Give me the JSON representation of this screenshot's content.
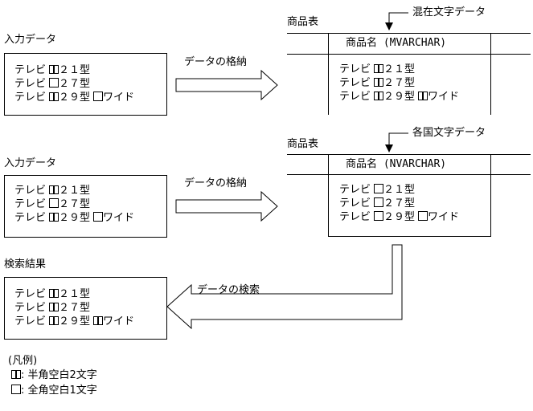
{
  "input1": {
    "label": "入力データ",
    "lines": [
      {
        "prefix": "テレビ",
        "mid": "２１型",
        "suffix": ""
      },
      {
        "prefix": "テレビ",
        "mid": "２７型",
        "suffix": ""
      },
      {
        "prefix": "テレビ",
        "mid": "２９型",
        "suffix": "ワイド"
      }
    ]
  },
  "arrow1": {
    "label": "データの格納"
  },
  "table1": {
    "title": "商品表",
    "column_header": "商品名 (MVARCHAR)",
    "callout": "混在文字データ",
    "rows": [
      {
        "prefix": "テレビ",
        "mid": "２１型",
        "suffix": ""
      },
      {
        "prefix": "テレビ",
        "mid": "２７型",
        "suffix": ""
      },
      {
        "prefix": "テレビ",
        "mid": "２９型",
        "suffix": "ワイド"
      }
    ]
  },
  "input2": {
    "label": "入力データ",
    "lines": [
      {
        "prefix": "テレビ",
        "mid": "２１型",
        "suffix": ""
      },
      {
        "prefix": "テレビ",
        "mid": "２７型",
        "suffix": ""
      },
      {
        "prefix": "テレビ",
        "mid": "２９型",
        "suffix": "ワイド"
      }
    ]
  },
  "arrow2": {
    "label": "データの格納"
  },
  "table2": {
    "title": "商品表",
    "column_header": "商品名 (NVARCHAR)",
    "callout": "各国文字データ",
    "rows": [
      {
        "prefix": "テレビ",
        "mid": "２１型",
        "suffix": ""
      },
      {
        "prefix": "テレビ",
        "mid": "２７型",
        "suffix": ""
      },
      {
        "prefix": "テレビ",
        "mid": "２９型",
        "suffix": "ワイド"
      }
    ]
  },
  "result": {
    "label": "検索結果",
    "lines": [
      {
        "prefix": "テレビ",
        "mid": "２１型",
        "suffix": ""
      },
      {
        "prefix": "テレビ",
        "mid": "２７型",
        "suffix": ""
      },
      {
        "prefix": "テレビ",
        "mid": "２９型",
        "suffix": "ワイド"
      }
    ]
  },
  "arrow3": {
    "label": "データの検索"
  },
  "legend": {
    "title": "(凡例)",
    "half_label": ": 半角空白2文字",
    "full_label": ": 全角空白1文字"
  }
}
